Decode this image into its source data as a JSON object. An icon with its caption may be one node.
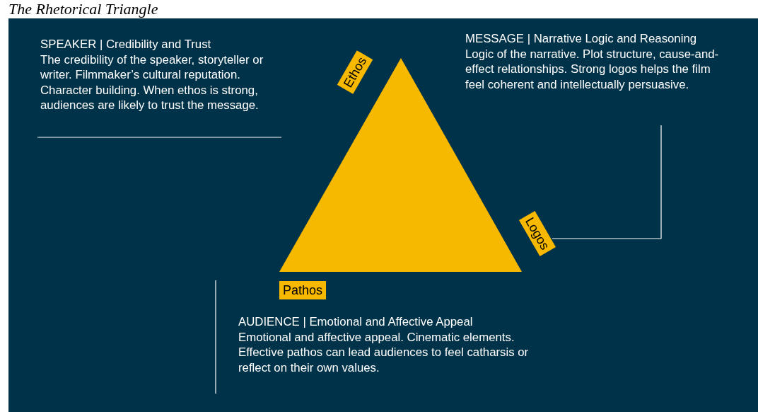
{
  "diagram": {
    "title": "The Rhetorical Triangle",
    "nodes": [
      {
        "text": [
          "Ethos"
        ]
      },
      {
        "text": [
          "Logos"
        ]
      },
      {
        "text": [
          "Pathos"
        ]
      }
    ],
    "labels": [
      "SPEAKER | Credibility and Trust",
      "The credibility of the speaker, storyteller or writer. Filmmaker’s cultural reputation. Character building. When ethos is strong, audiences are likely to trust the message.",
      "MESSAGE | Narrative Logic and Reasoning",
      "Logic of the narrative. Plot structure, cause-and-effect relationships. Strong logos helps the film feel coherent and intellectually persuasive.",
      "AUDIENCE | Emotional and Affective Appeal",
      "Emotional and affective appeal. Cinematic elements. Effective pathos can lead audiences to feel catharsis or reflect on their own values."
    ]
  }
}
